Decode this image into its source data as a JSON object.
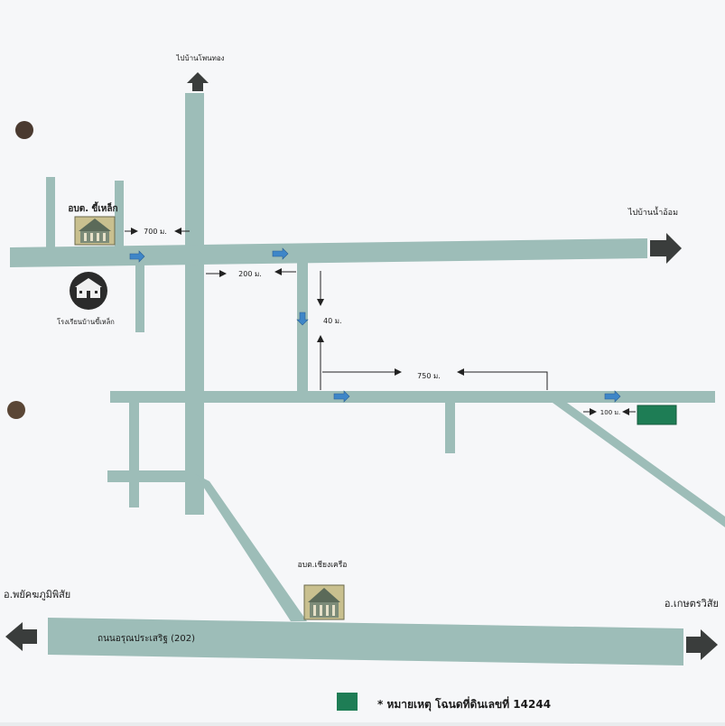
{
  "labels": {
    "to_north": "ไปบ้านโพนทอง",
    "to_east": "ไปบ้านน้ำอ้อม",
    "obt_top": "อบต. ขี้เหล็ก",
    "school": "โรงเรียนบ้านขี้เหล็ก",
    "obt_bottom": "อบต.เชียงเครือ",
    "road_main": "ถนนอรุณประเสริฐ (202)",
    "to_west": "อ.พยัคฆภูมิพิสัย",
    "to_east_bottom": "อ.เกษตรวิสัย"
  },
  "distances": {
    "d700": "700 ม.",
    "d200": "200 ม.",
    "d40": "40 ม.",
    "d750": "750 ม.",
    "d100": "100 ม."
  },
  "legend": {
    "text": "* หมายเหตุ  โฉนดที่ดินเลขที่ 14244"
  },
  "colors": {
    "paper": "#f7f8fa",
    "road": "#9dbdb8",
    "land": "#1e7d55",
    "flow_arrow": "#3e86c8",
    "exit_arrow": "#3a3d3c"
  }
}
